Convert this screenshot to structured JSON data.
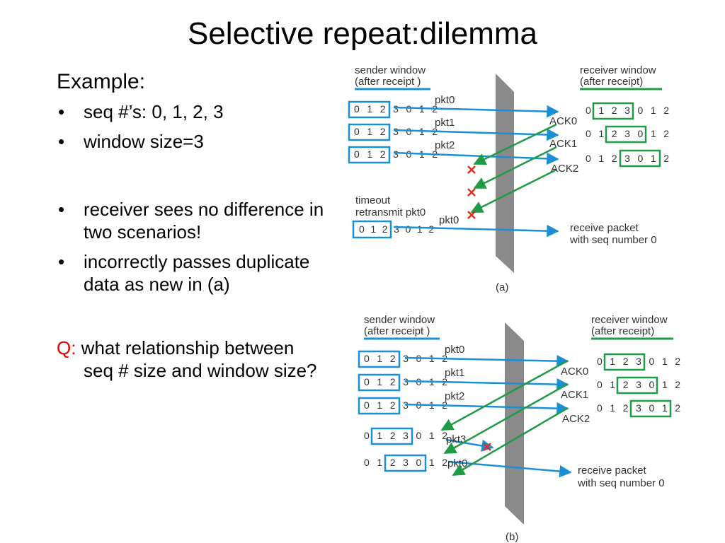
{
  "title": "Selective repeat:dilemma",
  "left": {
    "example": "Example:",
    "bullets1": [
      "seq #’s: 0, 1, 2, 3",
      "window size=3"
    ],
    "bullets2": [
      "receiver sees no difference in two scenarios!",
      "incorrectly passes duplicate data as new in (a)"
    ],
    "q_label": "Q:",
    "q_text": " what relationship between seq # size and window size?"
  },
  "colors": {
    "sender": "#1a8fd6",
    "receiver": "#1f9a46",
    "wall": "#8a8a8a",
    "cross": "#e0301e"
  },
  "diagram_a": {
    "sender_header": [
      "sender window",
      "(after receipt )"
    ],
    "receiver_header": [
      "receiver window",
      "(after receipt)"
    ],
    "seq_digits": "0 1 2 3 0 1 2",
    "sender_rows": [
      "0 1 2 3 0 1 2",
      "0 1 2 3 0 1 2",
      "0 1 2 3 0 1 2",
      "0 1 2 3 0 1 2"
    ],
    "receiver_rows": [
      "0 1 2 3 0 1 2",
      "0 1 2 3 0 1 2",
      "0 1 2 3 0 1 2"
    ],
    "pkt_labels": [
      "pkt0",
      "pkt1",
      "pkt2",
      "pkt0"
    ],
    "ack_labels": [
      "ACK0",
      "ACK1",
      "ACK2"
    ],
    "timeout": [
      "timeout",
      "retransmit pkt0"
    ],
    "receive": [
      "receive packet",
      "with seq number 0"
    ],
    "caption": "(a)"
  },
  "diagram_b": {
    "sender_header": [
      "sender window",
      "(after receipt )"
    ],
    "receiver_header": [
      "receiver window",
      "(after receipt)"
    ],
    "sender_rows": [
      "0 1 2 3 0 1 2",
      "0 1 2 3 0 1 2",
      "0 1 2 3 0 1 2",
      "0 1 2 3 0 1 2",
      "0 1 2 3 0 1 2"
    ],
    "receiver_rows": [
      "0 1 2 3 0 1 2",
      "0 1 2 3 0 1 2",
      "0 1 2 3 0 1 2"
    ],
    "pkt_labels": [
      "pkt0",
      "pkt1",
      "pkt2",
      "pkt3",
      "pkt0"
    ],
    "ack_labels": [
      "ACK0",
      "ACK1",
      "ACK2"
    ],
    "receive": [
      "receive packet",
      "with seq number 0"
    ],
    "caption": "(b)"
  }
}
